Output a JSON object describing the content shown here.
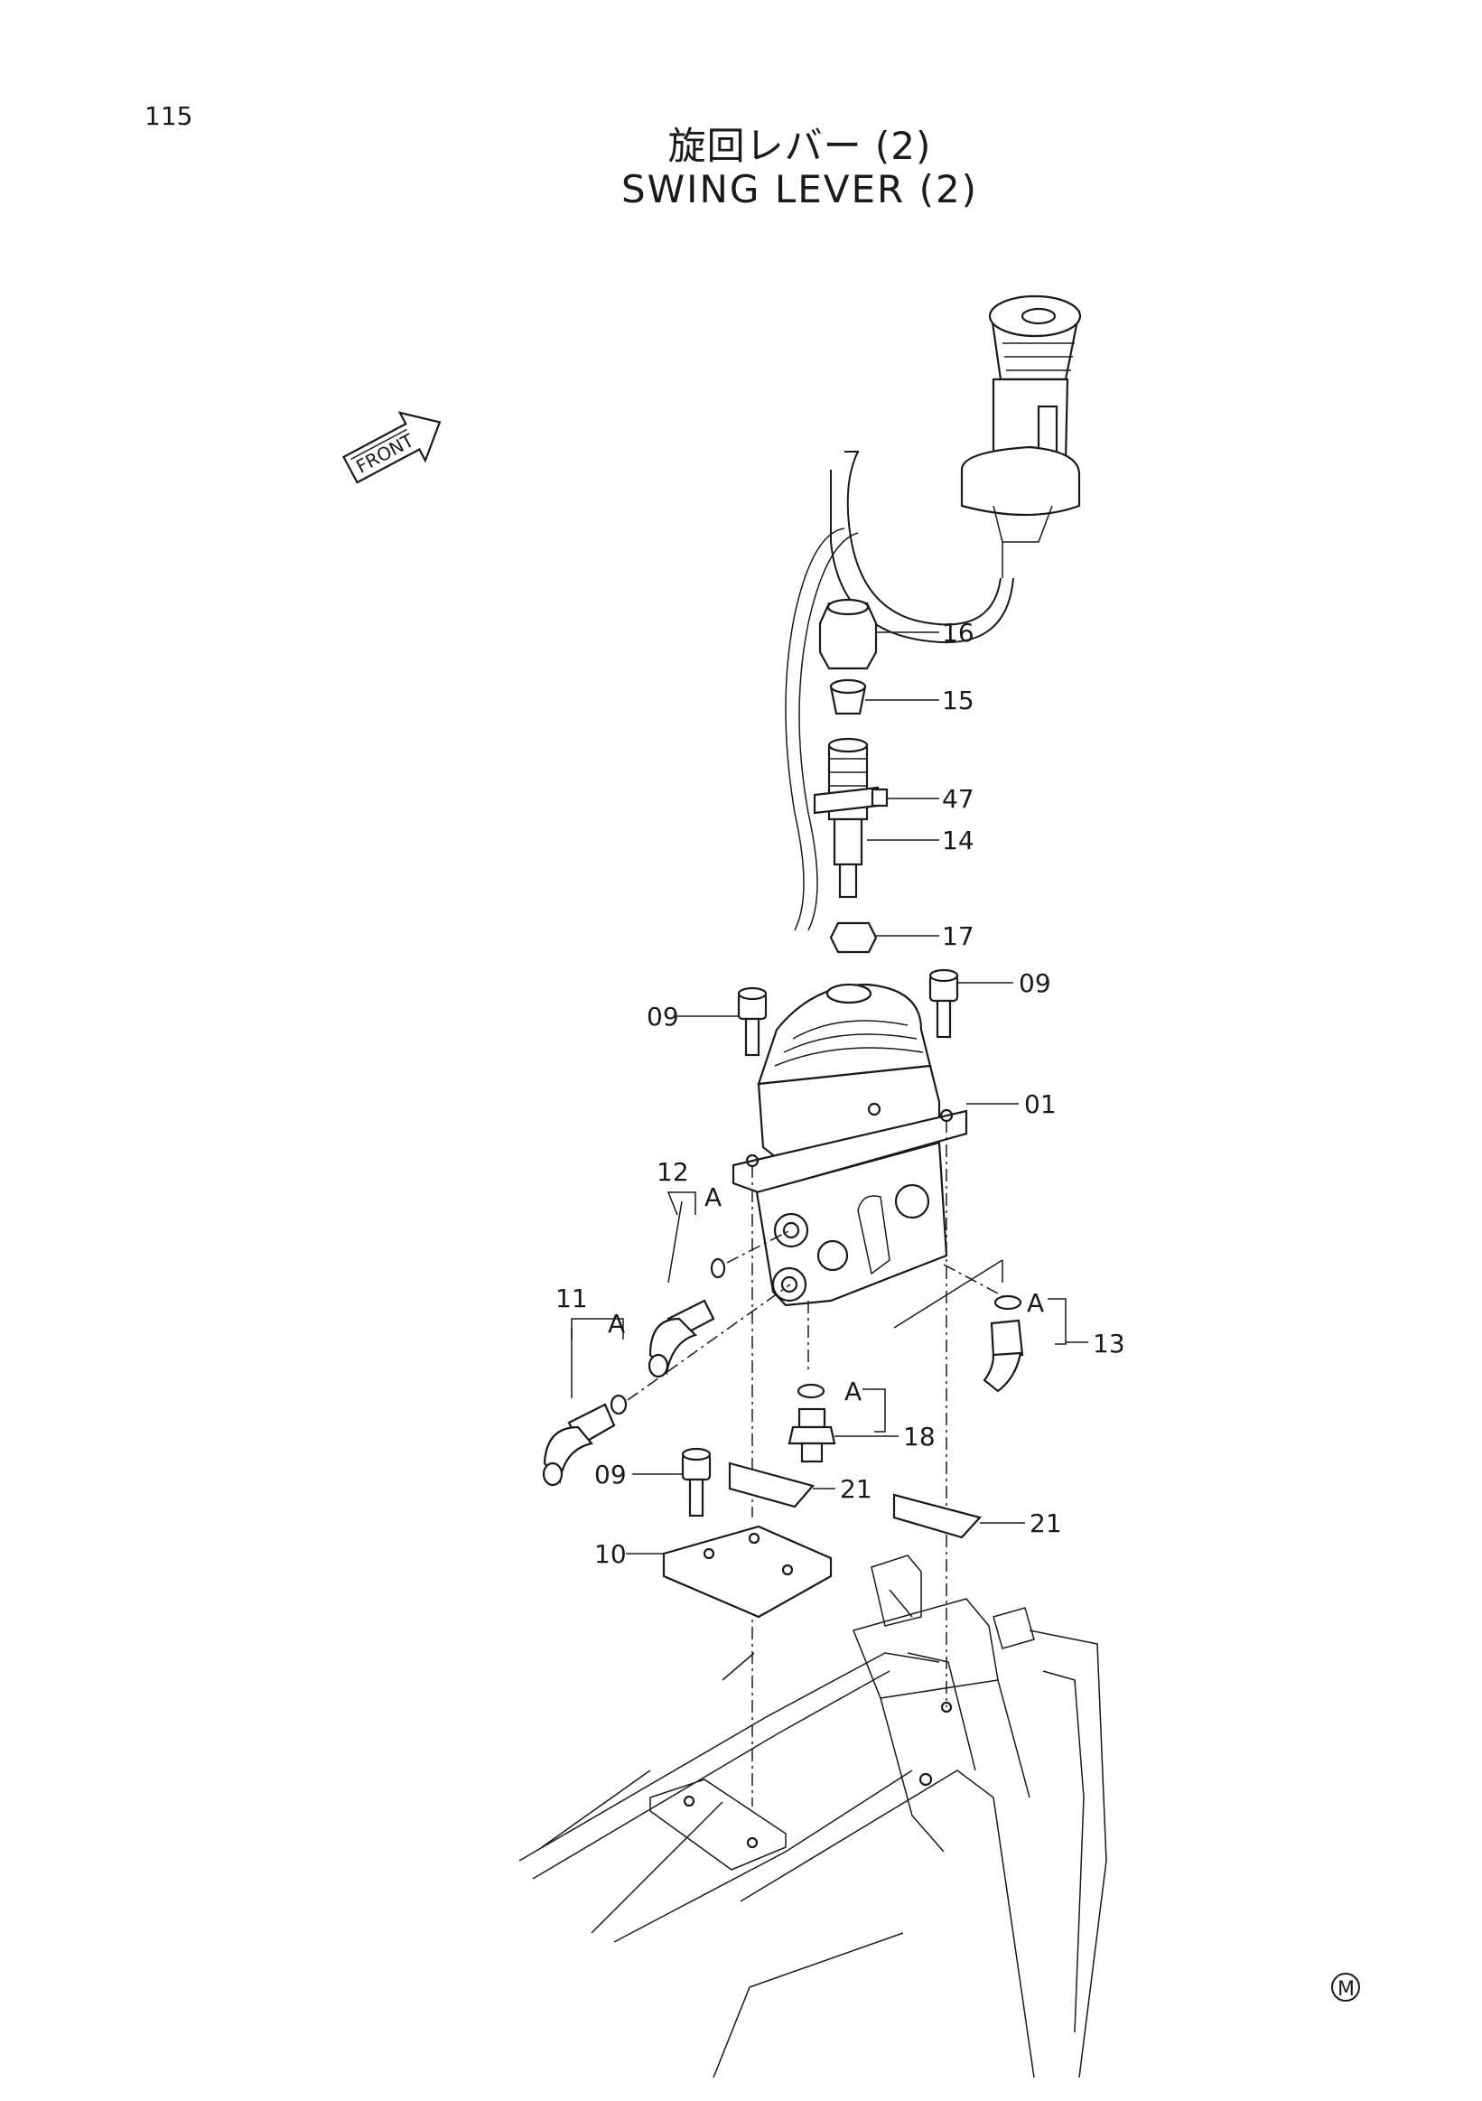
{
  "page": {
    "number": "115"
  },
  "title": {
    "japanese": "旋回レバー (2)",
    "english": "SWING LEVER (2)"
  },
  "front_arrow": {
    "label": "FRONT",
    "icon": "front-arrow-icon"
  },
  "mark": {
    "label": "M",
    "icon": "circled-m-icon"
  },
  "callouts": {
    "p16": "16",
    "p15": "15",
    "p47": "47",
    "p14": "14",
    "p17": "17",
    "p09_right": "09",
    "p09_left": "09",
    "p01": "01",
    "p12": "12",
    "a_12": "A",
    "p11": "11",
    "a_11": "A",
    "a_13": "A",
    "p13": "13",
    "a_18": "A",
    "p18": "18",
    "p09_bottom": "09",
    "p21_left": "21",
    "p21_right": "21",
    "p10": "10"
  }
}
